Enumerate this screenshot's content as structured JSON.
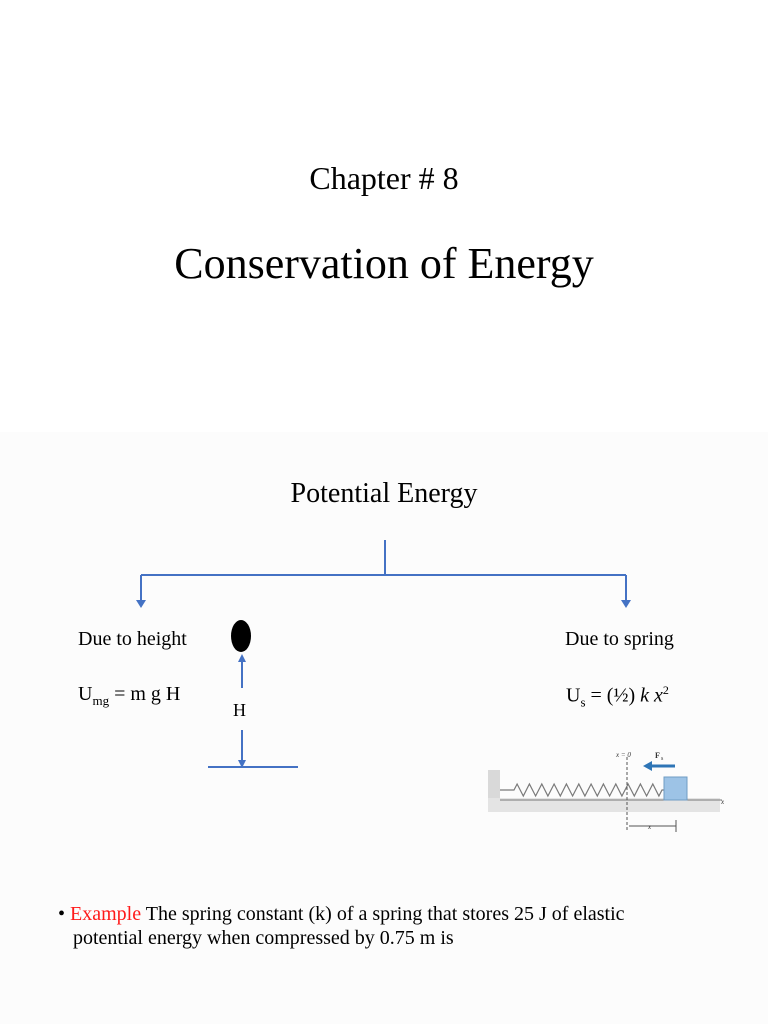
{
  "slide1": {
    "chapter": "Chapter # 8",
    "title": "Conservation of Energy"
  },
  "slide2": {
    "heading": "Potential Energy",
    "left": {
      "label": "Due to height",
      "formula_main": "U",
      "formula_sub": "mg",
      "formula_rest": " = m g H",
      "height_label": "H"
    },
    "right": {
      "label": "Due to spring",
      "formula_main": "U",
      "formula_sub": "s",
      "formula_mid": " = (½) ",
      "formula_k": "k x",
      "formula_sup": "2"
    },
    "spring_figure": {
      "x0_label": "x = 0",
      "force_label": "F",
      "force_sub": "s",
      "axis_label": "x",
      "displacement_label": "x"
    },
    "bullet": {
      "marker": "•",
      "example_label": "Example",
      "line1": " The spring constant (k) of a spring that stores 25 J of elastic",
      "line2": "potential energy when compressed by 0.75 m is"
    },
    "colors": {
      "arrow_blue": "#4472c4",
      "example_red": "#ff1a1a",
      "block": "#9dc3e6"
    }
  }
}
